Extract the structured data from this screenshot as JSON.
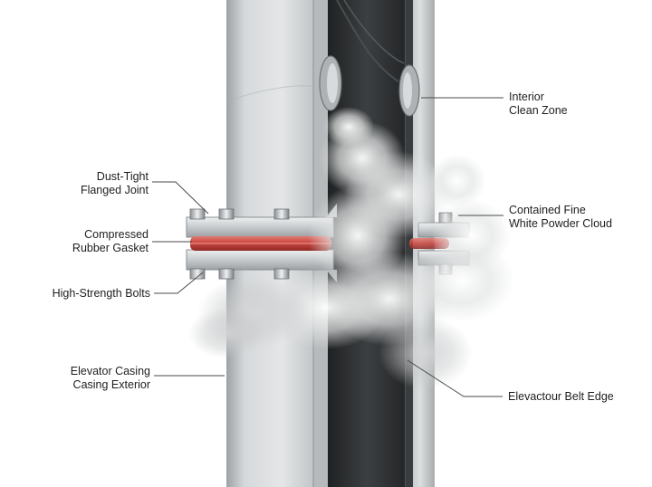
{
  "diagram": {
    "labels": {
      "dust_tight_joint": [
        "Dust-Tight",
        "Flanged Joint"
      ],
      "compressed_gasket": [
        "Compressed",
        "Rubber Gasket"
      ],
      "high_strength_bolts": [
        "High-Strength Bolts"
      ],
      "elevator_casing": [
        "Elevator Casing",
        "Casing Exterior"
      ],
      "interior_clean_zone": [
        "Interior",
        "Clean Zone"
      ],
      "powder_cloud": [
        "Contained Fine",
        "White Powder Cloud"
      ],
      "belt_edge": [
        "Elevactour Belt Edge"
      ]
    },
    "colors": {
      "casing_metal": "#c9ccce",
      "belt": "#2f3133",
      "gasket": "#c8423c",
      "leader_line": "#4a4a4a",
      "dust": "#e6e7e7"
    }
  }
}
